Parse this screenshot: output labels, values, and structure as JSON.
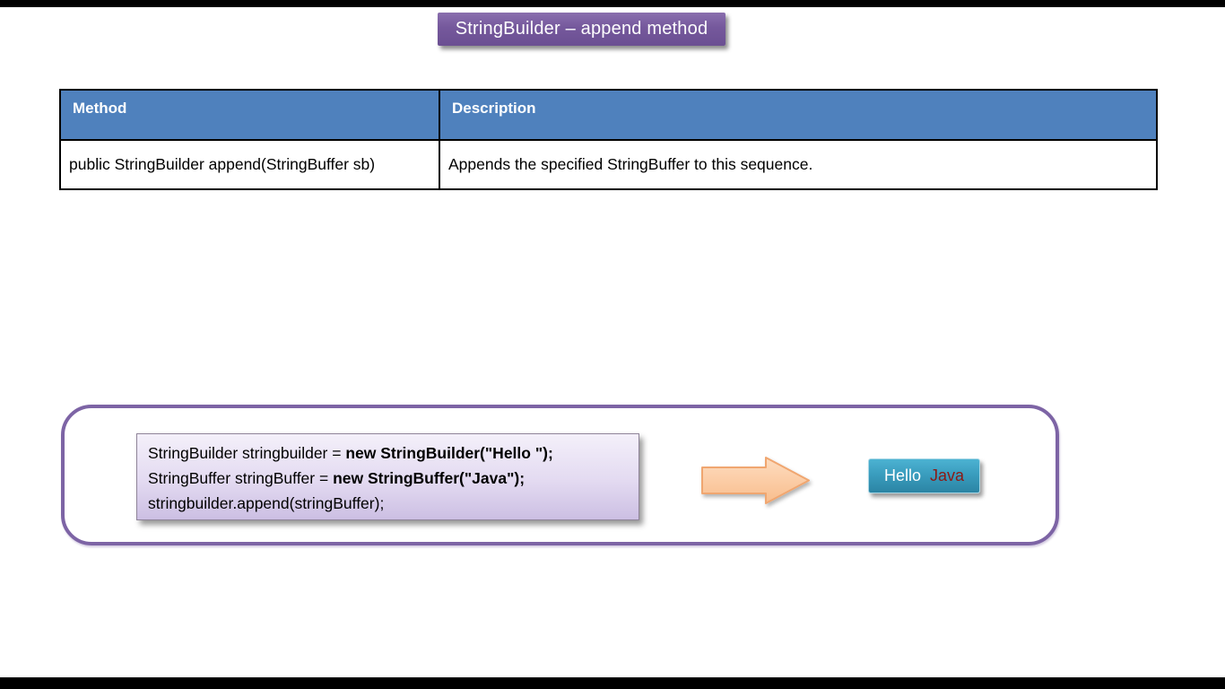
{
  "slide": {
    "title": "StringBuilder – append method"
  },
  "table": {
    "headers": [
      "Method",
      "Description"
    ],
    "rows": [
      [
        "public StringBuilder append(StringBuffer sb)",
        "Appends the specified StringBuffer to this sequence."
      ]
    ]
  },
  "code_box": {
    "lines": [
      {
        "normal": "StringBuilder stringbuilder = ",
        "bold": "new StringBuilder(\"Hello \");"
      },
      {
        "normal": "StringBuffer stringBuffer = ",
        "bold": "new StringBuffer(\"Java\");"
      },
      {
        "normal": "stringbuilder.append(stringBuffer);",
        "bold": ""
      }
    ]
  },
  "result_box": {
    "hello_text": "Hello",
    "java_text": "Java"
  },
  "icons": {
    "arrow": "right-arrow"
  },
  "colors": {
    "title_purple": "#75589c",
    "table_header_blue": "#4f81bd",
    "container_border_purple": "#7d64a5",
    "code_box_lavender": "#d9cdea",
    "arrow_peach": "#fbcba3",
    "arrow_border": "#f0a66f",
    "result_teal": "#3a9dbe",
    "result_java_red": "#8c1a15",
    "letterbox_black": "#000000"
  }
}
